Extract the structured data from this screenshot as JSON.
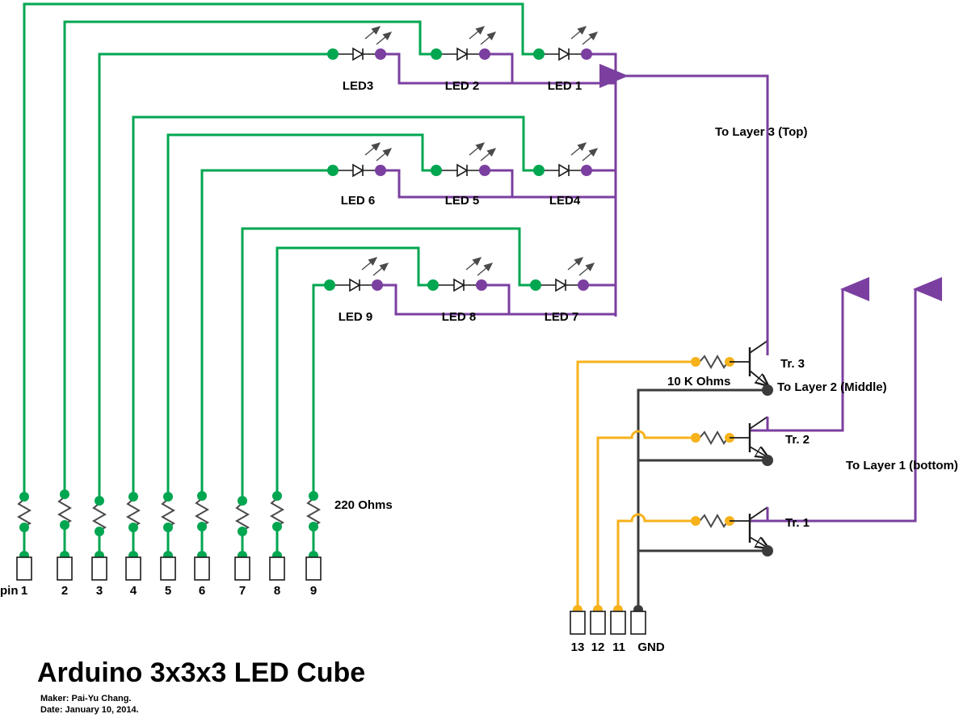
{
  "document": {
    "title": "Arduino 3x3x3 LED Cube",
    "maker_line": "Maker: Pai-Yu Chang.",
    "date_line": "Date: January 10, 2014."
  },
  "colors": {
    "led_anode_green": "#00a650",
    "led_cathode_purple": "#7b3fa0",
    "resistor_yellow": "#f7b21b",
    "ground_black": "#3b3b3b",
    "wire_black": "#1a1a1a",
    "background": "#ffffff"
  },
  "leds": {
    "row_top": [
      "LED3",
      "LED 2",
      "LED 1"
    ],
    "row_middle": [
      "LED 6",
      "LED 5",
      "LED4"
    ],
    "row_bottom": [
      "LED 9",
      "LED 8",
      "LED 7"
    ]
  },
  "resistors": {
    "led_series_label": "220 Ohms",
    "base_series_label": "10 K Ohms"
  },
  "pins": {
    "prefix": "pin",
    "numbers": [
      "1",
      "2",
      "3",
      "4",
      "5",
      "6",
      "7",
      "8",
      "9"
    ]
  },
  "control_pins": {
    "labels": [
      "13",
      "12",
      "11",
      "GND"
    ]
  },
  "transistors": [
    {
      "name": "Tr. 3",
      "layer_label": "To Layer 3 (Top)"
    },
    {
      "name": "Tr. 2",
      "layer_label": "To Layer 2 (Middle)"
    },
    {
      "name": "Tr. 1",
      "layer_label": "To Layer 1 (bottom)"
    }
  ],
  "layer_labels": {
    "top": "To Layer 3 (Top)",
    "middle": "To Layer 2 (Middle)",
    "bottom": "To Layer 1 (bottom)"
  }
}
